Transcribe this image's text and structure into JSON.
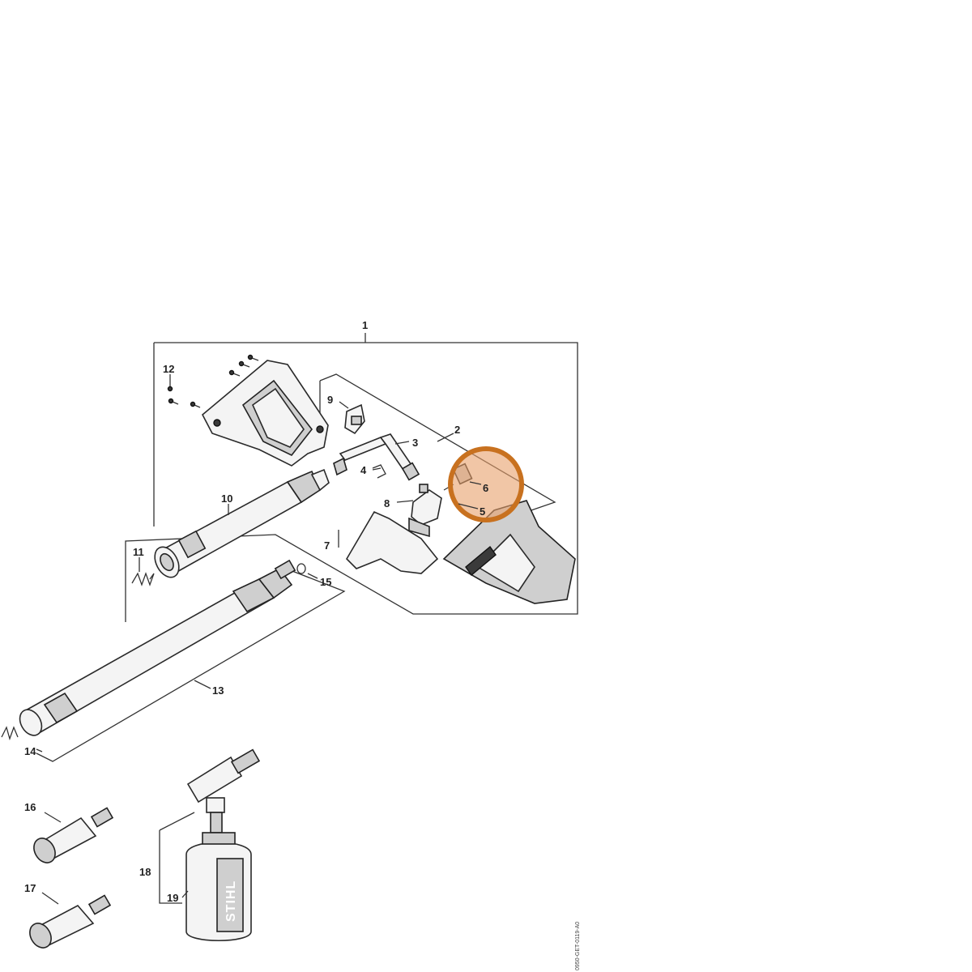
{
  "callouts": [
    "1",
    "2",
    "3",
    "4",
    "5",
    "6",
    "7",
    "8",
    "9",
    "10",
    "11",
    "12",
    "13",
    "14",
    "15",
    "16",
    "17",
    "18",
    "19"
  ],
  "brand_label": "STIHL",
  "document_id": "0950-GET-0119-A0",
  "highlight": {
    "target_callouts": [
      "5",
      "6"
    ],
    "color": "#c8711f"
  }
}
